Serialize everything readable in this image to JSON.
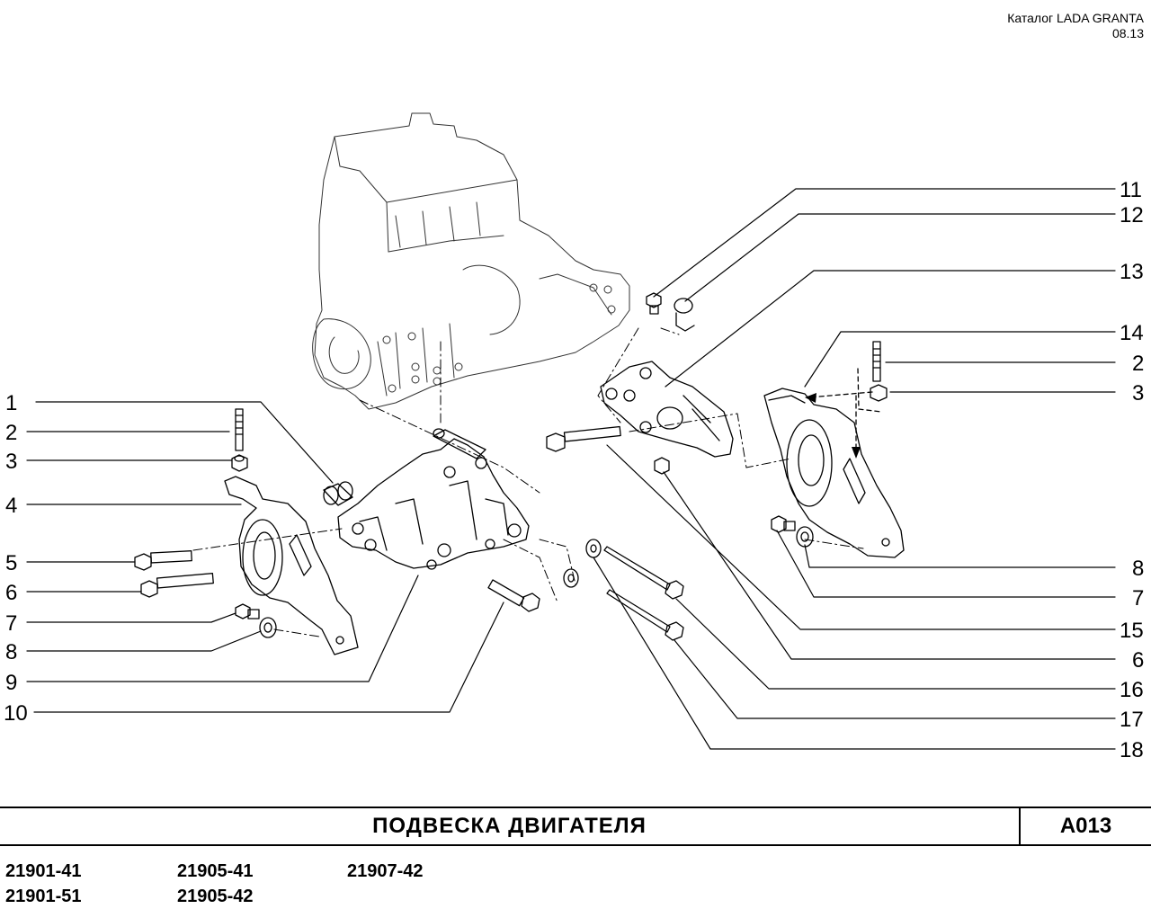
{
  "header": {
    "catalog": "Каталог  LADA  GRANTA",
    "date": "08.13"
  },
  "title": "ПОДВЕСКА   ДВИГАТЕЛЯ",
  "page_code": "A013",
  "models": [
    "21901-41",
    "21905-41",
    "21907-42",
    "21901-51",
    "21905-42"
  ],
  "callouts_left": [
    "1",
    "2",
    "3",
    "4",
    "5",
    "6",
    "7",
    "8",
    "9",
    "10"
  ],
  "callouts_right": [
    "11",
    "12",
    "13",
    "14",
    "2",
    "3",
    "8",
    "7",
    "15",
    "6",
    "16",
    "17",
    "18"
  ]
}
